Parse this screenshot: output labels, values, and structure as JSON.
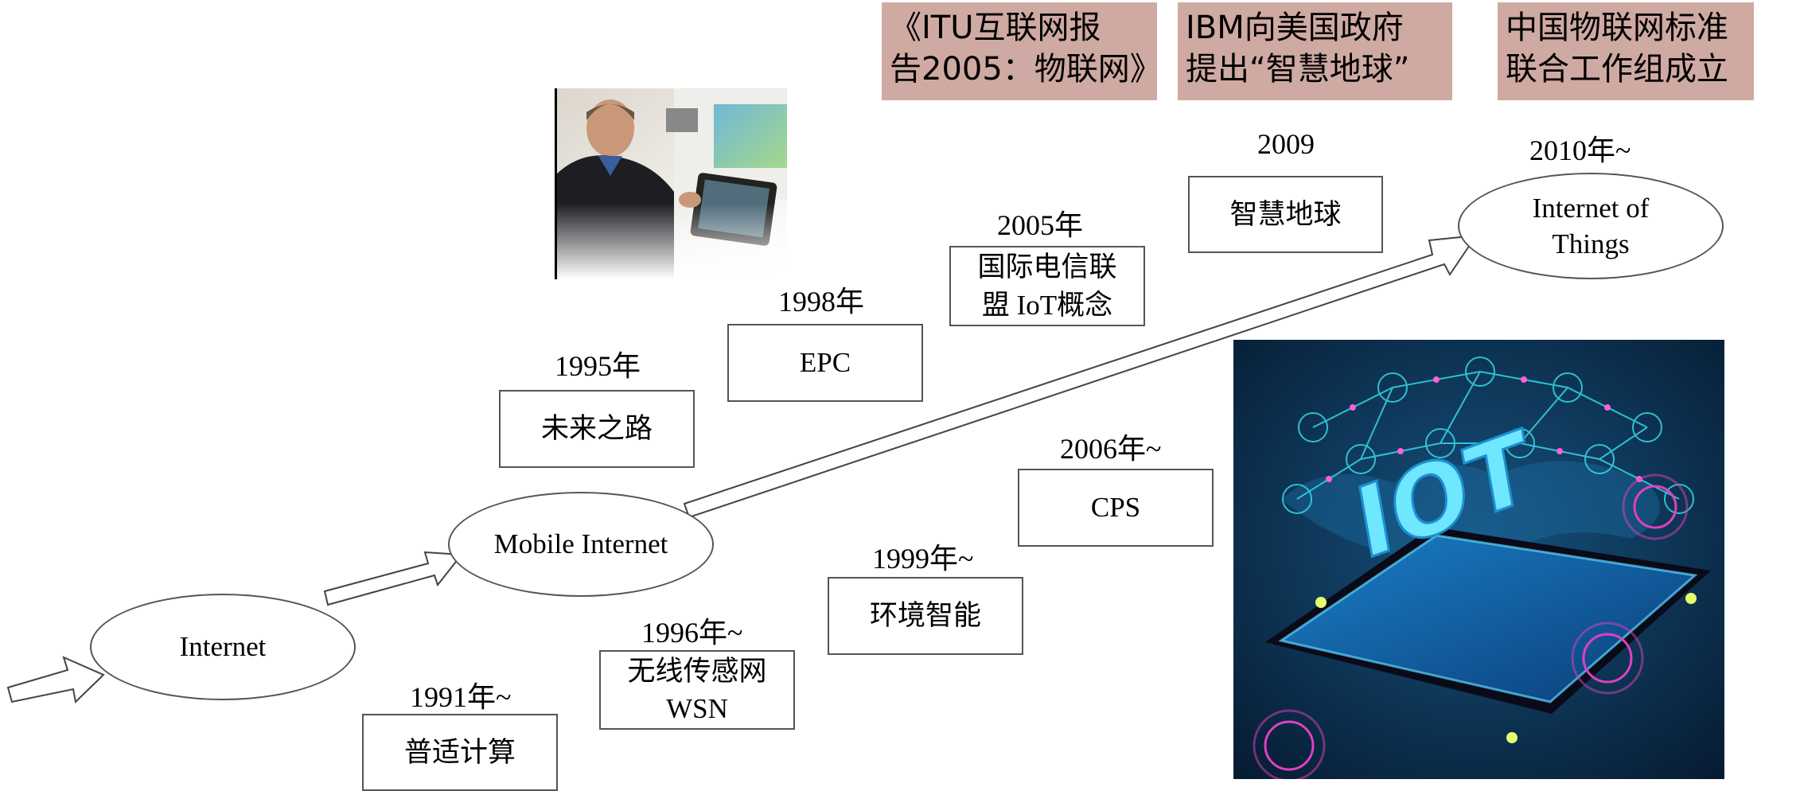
{
  "banners": [
    {
      "line1": "《ITU互联网报",
      "line2": "告2005：物联网》"
    },
    {
      "line1": "IBM向美国政府",
      "line2": "提出“智慧地球”"
    },
    {
      "line1": "中国物联网标准",
      "line2": "联合工作组成立"
    }
  ],
  "nodes": {
    "internet": "Internet",
    "mobile_internet": "Mobile Internet",
    "iot_line1": "Internet of",
    "iot_line2": "Things"
  },
  "events": {
    "y1991": {
      "year": "1991年~",
      "label": "普适计算"
    },
    "y1995": {
      "year": "1995年",
      "label": "未来之路"
    },
    "y1996": {
      "year": "1996年~",
      "line1": "无线传感网",
      "line2": "WSN"
    },
    "y1998": {
      "year": "1998年",
      "label": "EPC"
    },
    "y1999": {
      "year": "1999年~",
      "label": "环境智能"
    },
    "y2005": {
      "year": "2005年",
      "line1": "国际电信联",
      "line2": "盟 IoT概念"
    },
    "y2006": {
      "year": "2006年~",
      "label": "CPS"
    },
    "y2009": {
      "year": "2009",
      "label": "智慧地球"
    },
    "y2010": {
      "year": "2010年~"
    }
  },
  "images": {
    "iot_graphic_text": "IOT"
  },
  "colors": {
    "banner_bg": "#cfaaa2",
    "iot_bg": "#0b2a4a",
    "iot_accent": "#38e1f0"
  }
}
